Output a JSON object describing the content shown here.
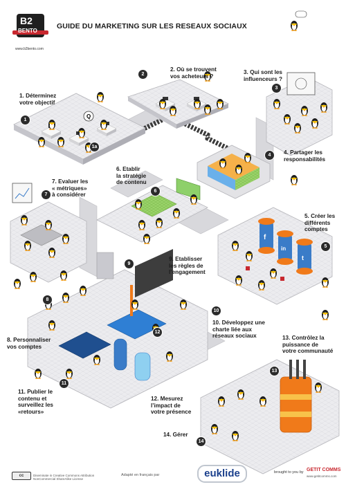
{
  "header": {
    "title": "GUIDE DU MARKETING SUR LES RESEAUX SOCIAUX",
    "logo_top": "B2",
    "logo_bottom": "BENTO",
    "site": "www.b2bento.com"
  },
  "steps": [
    {
      "num": "1",
      "label": "1. Déterminez\nvotre objectif"
    },
    {
      "num": "1a",
      "label": ""
    },
    {
      "num": "2",
      "label": "2. Où se trouvent\nvos acheteurs ?"
    },
    {
      "num": "3",
      "label": "3. Qui sont les\ninfluenceurs ?"
    },
    {
      "num": "4",
      "label": "4. Partager les\nresponsabilités"
    },
    {
      "num": "5",
      "label": "5. Créer les\ndifférents\ncomptes"
    },
    {
      "num": "6",
      "label": "6. Etablir\nla stratégie\nde contenu"
    },
    {
      "num": "7",
      "label": "7. Evaluer les\n« métriques»\nà considérer"
    },
    {
      "num": "8",
      "label": "8. Personnaliser\nvos comptes"
    },
    {
      "num": "9",
      "label": "9. Etablisser\nles règles de\nl’engagement"
    },
    {
      "num": "10",
      "label": "10. Développez une\ncharte liée aux\nréseaux sociaux"
    },
    {
      "num": "11",
      "label": "11. Publier le\ncontenu et\nsurveillez les\n«retours»"
    },
    {
      "num": "12",
      "label": "12. Mesurez\nl’impact de\nvotre présence"
    },
    {
      "num": "13",
      "label": "13. Contrôlez la\npuissance de\nvotre communauté"
    },
    {
      "num": "14",
      "label": "14. Gérer"
    }
  ],
  "footer": {
    "cc": "cc",
    "license": "Diseminate in Creative Commons Attribution NonCommercial ShareAlike License",
    "adapted": "Adapté en français par",
    "euklide": "euklide",
    "brought": "brought to you by",
    "getit": "GETIT COMMS",
    "getit_url": "www.getitcomms.com"
  },
  "colors": {
    "floor": "#e9e9ec",
    "wall": "#c9c9cf",
    "dark": "#2b2b2b",
    "accent_orange": "#f07a1a",
    "accent_blue": "#3a7cc8",
    "accent_green": "#7ac943"
  },
  "icons": [
    "penguin-icon",
    "speech-bubble-icon",
    "facebook-icon",
    "linkedin-icon",
    "twitter-icon"
  ]
}
